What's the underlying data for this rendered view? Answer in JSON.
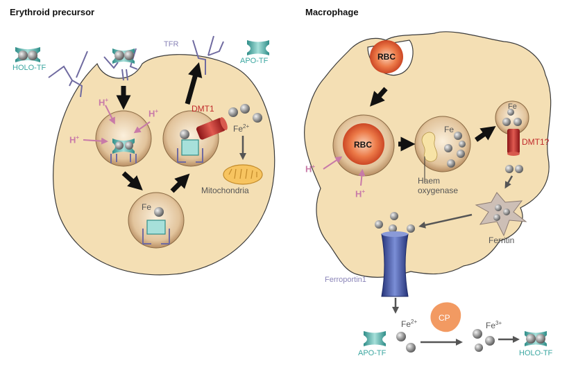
{
  "titles": {
    "erythroid": "Erythroid precursor",
    "macrophage": "Macrophage"
  },
  "labels": {
    "holo_tf_left": "HOLO-TF",
    "apo_tf_left": "APO-TF",
    "tfr": "TFR",
    "dmt1": "DMT1",
    "fe2_left": "Fe",
    "fe2_left_sup": "2+",
    "mitochondria": "Mitochondria",
    "fe_endosome": "Fe",
    "h_plus": "H",
    "h_plus_sup": "+",
    "rbc_outer": "RBC",
    "rbc_inner": "RBC",
    "fe_haem": "Fe",
    "haem_oxygenase_1": "Haem",
    "haem_oxygenase_2": "oxygenase",
    "fe_vesicle": "Fe",
    "dmt1_q": "DMT1?",
    "ferritin": "Ferritin",
    "ferroportin": "Ferroportin1",
    "fe2_bottom": "Fe",
    "fe2_bottom_sup": "2+",
    "fe3_bottom": "Fe",
    "fe3_bottom_sup": "3+",
    "cp": "CP",
    "apo_tf_bottom": "APO-TF",
    "holo_tf_bottom": "HOLO-TF"
  },
  "colors": {
    "cell_fill": "#f4dfb4",
    "cell_stroke": "#3a3a3a",
    "vesicle": "#c69a6e",
    "teal": "#3aa6a0",
    "receptor": "#6f6aa0",
    "dmt1": "#c0282a",
    "ferroportin": "#3c52a0",
    "pink": "#c87aa8",
    "rbc": "#e0502a"
  }
}
